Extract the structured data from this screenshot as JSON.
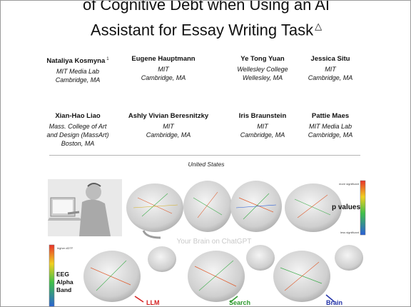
{
  "title": {
    "line1": "of Cognitive Debt when Using an AI",
    "line2": "Assistant for Essay Writing Task",
    "mark": "△"
  },
  "authors": [
    {
      "name": "Nataliya Kosmyna",
      "sup": "1",
      "affiliation": [
        "MIT Media Lab",
        "Cambridge, MA"
      ]
    },
    {
      "name": "Eugene Hauptmann",
      "affiliation": [
        "MIT",
        "Cambridge, MA"
      ]
    },
    {
      "name": "Ye Tong Yuan",
      "affiliation": [
        "Wellesley College",
        "Wellesley, MA"
      ]
    },
    {
      "name": "Jessica Situ",
      "affiliation": [
        "MIT",
        "Cambridge, MA"
      ]
    },
    {
      "name": "Xian-Hao Liao",
      "affiliation": [
        "Mass. College of Art",
        "and Design (MassArt)",
        "Boston, MA"
      ]
    },
    {
      "name": "Ashly Vivian Beresnitzky",
      "affiliation": [
        "MIT",
        "Cambridge, MA"
      ]
    },
    {
      "name": "Iris Braunstein",
      "affiliation": [
        "MIT",
        "Cambridge, MA"
      ]
    },
    {
      "name": "Pattie Maes",
      "affiliation": [
        "MIT Media Lab",
        "Cambridge, MA"
      ]
    }
  ],
  "country": "United States",
  "figure": {
    "pvalue_label": "p values",
    "pvalue_top": "more significant",
    "pvalue_bottom": "less significant",
    "eeg_label": [
      "EEG",
      "Alpha",
      "Band"
    ],
    "eeg_top": "higher dDTF",
    "watermark": "Your Brain on ChatGPT",
    "groups": [
      "LLM",
      "Search",
      "Brain"
    ],
    "colors": {
      "llm": "#d42020",
      "search": "#2e9a2e",
      "brain": "#2434a8"
    }
  }
}
